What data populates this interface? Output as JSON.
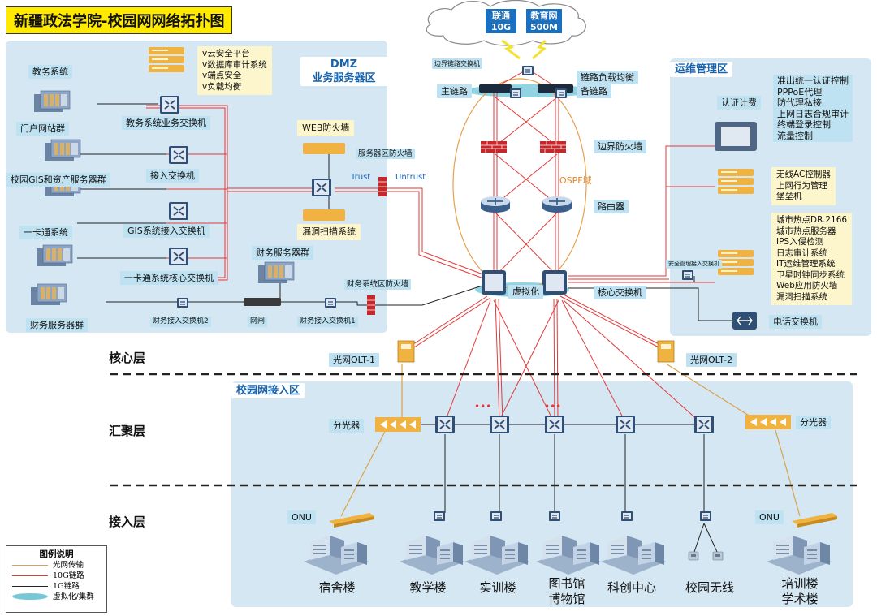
{
  "title": "新疆政法学院-校园网网络拓扑图",
  "cloud": {
    "isp1": "联通\n10G",
    "isp2": "教育网\n500M"
  },
  "zones": {
    "dmz": "DMZ\n业务服务器区",
    "ops": "运维管理区",
    "access_zone": "校园网接入区",
    "ospf": "OSPF域"
  },
  "layers": {
    "core": "核心层",
    "aggregation": "汇聚层",
    "access": "接入层"
  },
  "core": {
    "border_switch": "边界链路交换机",
    "main_link": "主链路",
    "backup_link": "备链路",
    "load_balance": "链路负载均衡",
    "border_firewall": "边界防火墙",
    "router": "路由器",
    "virtualization": "虚拟化",
    "core_switch": "核心交换机",
    "olt1": "光网OLT-1",
    "olt2": "光网OLT-2"
  },
  "dmz_devices": {
    "cloud_note": "v云安全平台\nv数据库审计系统\nv端点安全\nv负载均衡",
    "edu_system": "教务系统",
    "edu_switch": "教务系统业务交换机",
    "portal": "门户网站群",
    "access_switch": "接入交换机",
    "gis_servers": "校园GIS和资产服务器群",
    "gis_switch": "GIS系统接入交换机",
    "card": "一卡通系统",
    "card_switch": "一卡通系统核心交换机",
    "finance_servers_1": "财务服务器群",
    "finance_servers_2": "财务服务器群",
    "finance_switch_2": "财务接入交换机2",
    "gateway": "网闸",
    "finance_switch_1": "财务接入交换机1",
    "finance_fw": "财务系统区防火墙",
    "web_fw": "WEB防火墙",
    "server_fw": "服务器区防火墙",
    "trust": "Trust",
    "untrust": "Untrust",
    "vuln_scan": "漏洞扫描系统"
  },
  "ops_devices": {
    "auth_billing": "认证计费",
    "auth_note": "准出统一认证控制\nPPPoE代理\n防代理私接\n上网日志合规审计\n终端登录控制\n流量控制",
    "wlan_note": "无线AC控制器\n上网行为管理\n堡垒机",
    "security_switch": "安全管理接入交换机",
    "security_note": "城市热点DR.2166\n城市热点服务器\nIPS入侵检测\n日志审计系统\nIT运维管理系统\n卫星时钟同步系统\nWeb应用防火墙\n漏洞扫描系统",
    "phone_switch": "电话交换机"
  },
  "access_devices": {
    "splitter_left": "分光器",
    "splitter_right": "分光器",
    "onu_left": "ONU",
    "onu_right": "ONU",
    "dots": "•••"
  },
  "buildings": {
    "dorm": "宿舍楼",
    "teaching": "教学楼",
    "training": "实训楼",
    "library": "图书馆\n博物馆",
    "science": "科创中心",
    "wireless": "校园无线",
    "academic": "培训楼\n学术楼"
  },
  "legend": {
    "title": "图例说明",
    "items": [
      {
        "label": "光网传输",
        "color": "#d9a24a"
      },
      {
        "label": "10G链路",
        "color": "#e23a3a"
      },
      {
        "label": "1G链路",
        "color": "#222222"
      },
      {
        "label": "虚拟化/集群",
        "color": "#76c8d8"
      }
    ]
  }
}
